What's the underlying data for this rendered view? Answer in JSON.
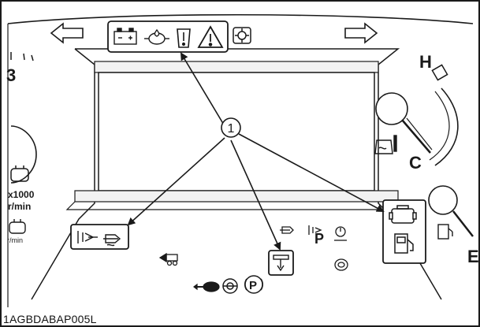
{
  "figure": {
    "callout_number": "1",
    "caption": "1AGBDABAP005L"
  },
  "gauges": {
    "temperature_hot": "H",
    "temperature_cold": "C",
    "fuel_marker": "E",
    "left_digit": "3"
  },
  "tachometer": {
    "multiplier": "x1000",
    "unit": "r/min",
    "unit_short": "r/min"
  },
  "icons": {
    "top_row": [
      "battery-icon",
      "oil-pressure-icon",
      "coolant-warning-icon",
      "master-warning-icon"
    ],
    "top_right": "transmission-icon",
    "lower_left_box": [
      "glow-plug-icon",
      "dpf-icon"
    ],
    "lower_middle_box": "hydraulic-icon",
    "right_box": [
      "engine-check-icon",
      "fuel-icon"
    ],
    "indicators": [
      "parking-brake-p",
      "rpm-lamp",
      "slow-speed-icon",
      "turtle-icon",
      "cruise-icon"
    ]
  },
  "colors": {
    "line": "#1a1a1a",
    "panel_fill": "#f7f7f7",
    "background": "#ffffff"
  }
}
